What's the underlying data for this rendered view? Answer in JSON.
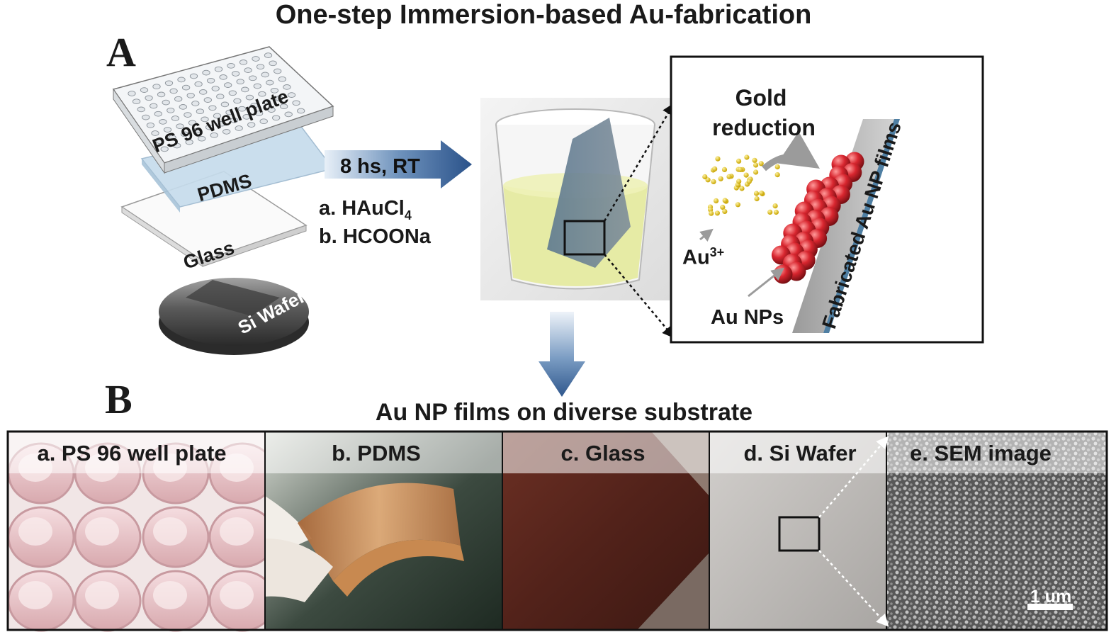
{
  "title": "One-step  Immersion-based Au-fabrication",
  "panel_a": {
    "letter": "A",
    "stack": {
      "plate_label": "PS 96 well plate",
      "pdms_label": "PDMS",
      "glass_label": "Glass",
      "wafer_label": "Si Wafer"
    },
    "process": {
      "condition": "8 hs, RT",
      "reagent_a": "a. HAuCl",
      "reagent_a_sub": "4",
      "reagent_b": "b. HCOONa"
    },
    "inset": {
      "title_line1": "Gold",
      "title_line2": "reduction",
      "ion_label": "Au",
      "ion_charge": "3+",
      "np_label": "Au NPs",
      "film_label": "Fabricated Au NP films"
    }
  },
  "panel_b": {
    "letter": "B",
    "title": "Au NP films on diverse substrate",
    "photos": [
      {
        "label": "a. PS 96 well plate"
      },
      {
        "label": "b. PDMS"
      },
      {
        "label": "c. Glass"
      },
      {
        "label": "d. Si Wafer"
      },
      {
        "label": "e. SEM image",
        "scale_bar": "1 um"
      }
    ]
  },
  "colors": {
    "arrow_blue": "#2f5b8f",
    "pdms_blue": "#c6dcec",
    "gold_solution": "#e4ea9c",
    "np_red": "#d0262f",
    "film_blue": "#4f7fa3"
  }
}
